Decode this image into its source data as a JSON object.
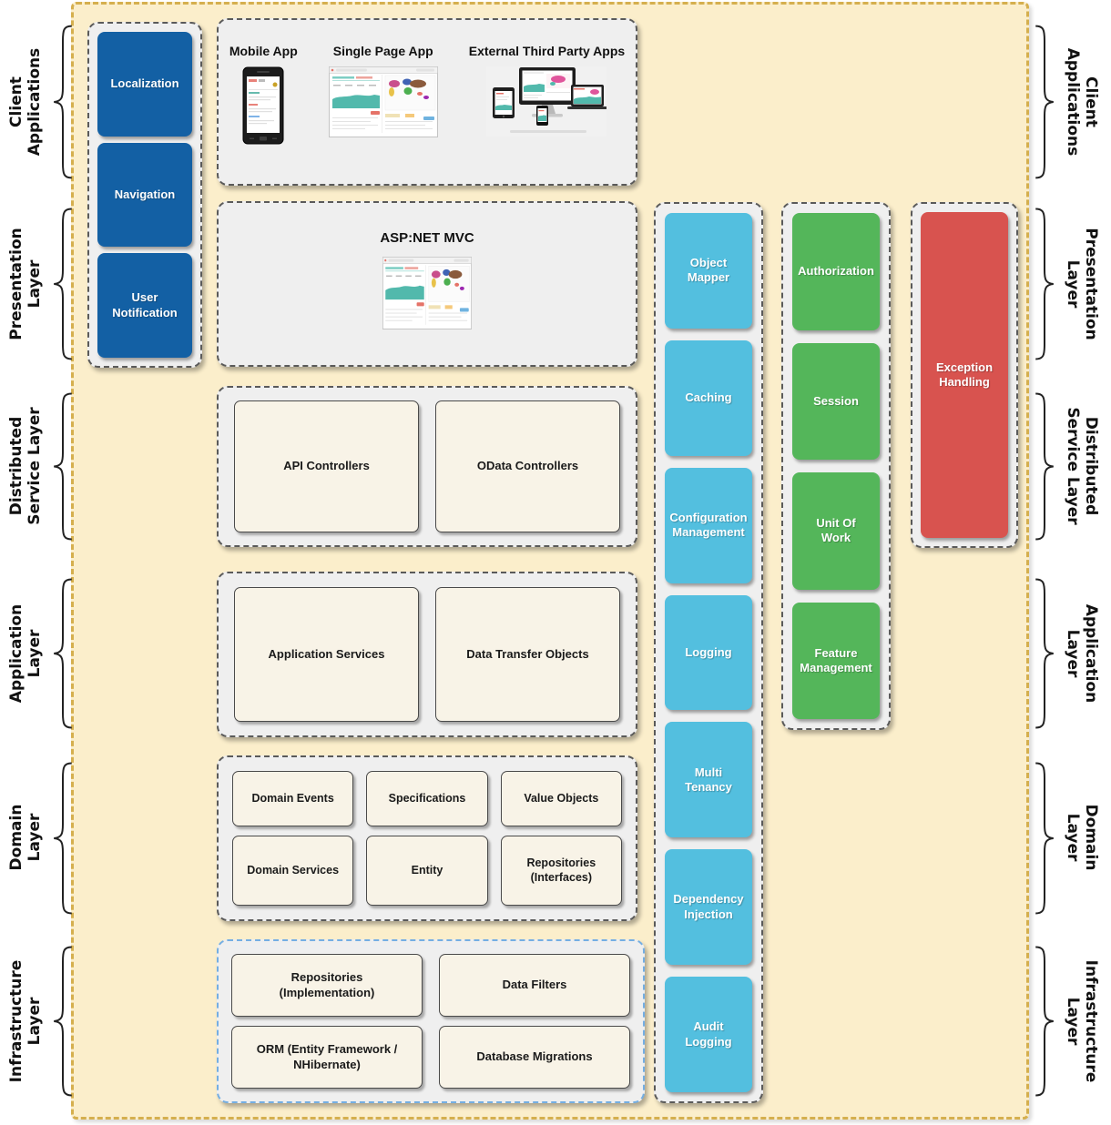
{
  "side_labels": [
    [
      "Client",
      "Applications"
    ],
    [
      "Presentation",
      "Layer"
    ],
    [
      "Distributed",
      "Service Layer"
    ],
    [
      "Application",
      "Layer"
    ],
    [
      "Domain",
      "Layer"
    ],
    [
      "Infrastructure",
      "Layer"
    ]
  ],
  "client_widgets": {
    "items": [
      "Localization",
      "Navigation",
      "User Notification"
    ]
  },
  "client_apps": {
    "items": [
      "Mobile App",
      "Single Page App",
      "External Third Party Apps"
    ]
  },
  "presentation": {
    "title": "ASP:NET MVC"
  },
  "distributed_service": {
    "items": [
      "API Controllers",
      "OData Controllers"
    ]
  },
  "application": {
    "items": [
      "Application Services",
      "Data Transfer Objects"
    ]
  },
  "domain": {
    "items": [
      "Domain Events",
      "Specifications",
      "Value Objects",
      "Domain Services",
      "Entity",
      "Repositories (Interfaces)"
    ]
  },
  "infrastructure": {
    "items": [
      "Repositories (Implementation)",
      "Data Filters",
      "ORM (Entity Framework / NHibernate)",
      "Database Migrations"
    ]
  },
  "cross_cutting": {
    "items": [
      "Object Mapper",
      "Caching",
      "Configuration Management",
      "Logging",
      "Multi Tenancy",
      "Dependency Injection",
      "Audit Logging"
    ]
  },
  "security": {
    "items": [
      "Authorization",
      "Session",
      "Unit Of Work",
      "Feature Management"
    ]
  },
  "exception": {
    "label": "Exception Handling"
  },
  "colors": {
    "canvas_bg": "#FBEECB",
    "canvas_border": "#D5AF4E",
    "section_bg": "#EFEFEF",
    "section_border": "#5A5A5A",
    "infrastructure_border": "#74AEE3",
    "dark_blue": "#1360A4",
    "light_blue": "#53BFDF",
    "green": "#54B65A",
    "red": "#D8534F",
    "beige": "#F8F3E7"
  }
}
